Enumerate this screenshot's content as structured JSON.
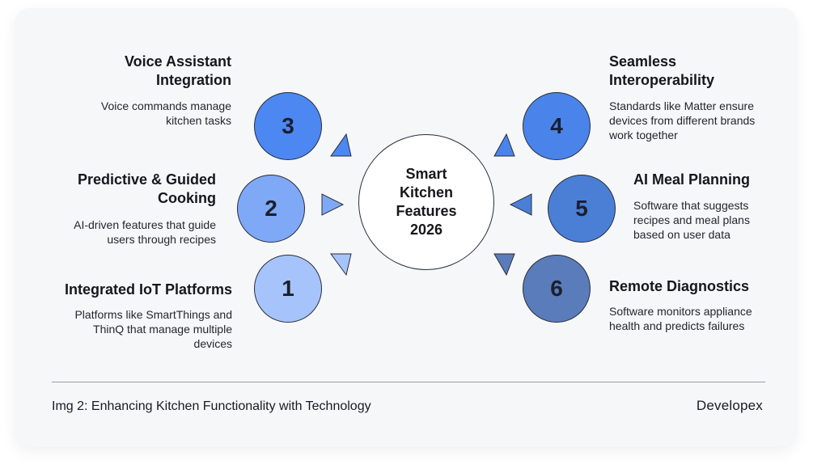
{
  "center": {
    "lines": [
      "Smart",
      "Kitchen",
      "Features",
      "2026"
    ]
  },
  "features": [
    {
      "number": "1",
      "title": [
        "Integrated IoT Platforms"
      ],
      "description": [
        "Platforms like SmartThings and",
        "ThinQ that manage multiple",
        "devices"
      ],
      "color": "#a6c4fb"
    },
    {
      "number": "2",
      "title": [
        "Predictive & Guided",
        "Cooking"
      ],
      "description": [
        "AI-driven features that guide",
        "users through recipes"
      ],
      "color": "#7fa9f7"
    },
    {
      "number": "3",
      "title": [
        "Voice Assistant",
        "Integration"
      ],
      "description": [
        "Voice commands manage",
        "kitchen tasks"
      ],
      "color": "#4d87f2"
    },
    {
      "number": "4",
      "title": [
        "Seamless",
        "Interoperability"
      ],
      "description": [
        "Standards like Matter ensure",
        "devices from different brands",
        "work together"
      ],
      "color": "#4a84ea"
    },
    {
      "number": "5",
      "title": [
        "AI Meal Planning"
      ],
      "description": [
        "Software that suggests",
        "recipes and meal plans",
        "based on user data"
      ],
      "color": "#4b7fd6"
    },
    {
      "number": "6",
      "title": [
        "Remote Diagnostics"
      ],
      "description": [
        "Software monitors appliance",
        "health and predicts failures"
      ],
      "color": "#5a7cba"
    }
  ],
  "footer": {
    "caption": "Img 2: Enhancing Kitchen Functionality with Technology",
    "brand": "Developex"
  }
}
